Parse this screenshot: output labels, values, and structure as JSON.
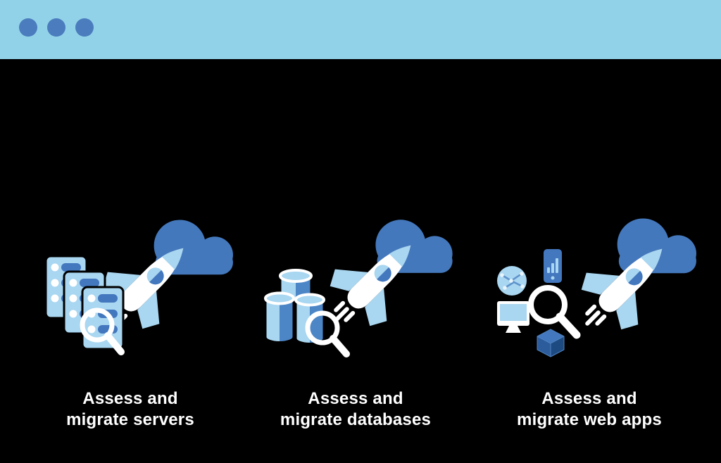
{
  "window": {
    "titlebar": {
      "control_dots": 3
    }
  },
  "cards": [
    {
      "id": "servers",
      "label": "Assess and\nmigrate servers",
      "icons": [
        "server-stack-icon",
        "magnifier-icon",
        "rocket-icon",
        "cloud-icon"
      ]
    },
    {
      "id": "databases",
      "label": "Assess and\nmigrate databases",
      "icons": [
        "database-cylinders-icon",
        "magnifier-icon",
        "rocket-icon",
        "cloud-icon"
      ]
    },
    {
      "id": "web-apps",
      "label": "Assess and\nmigrate web apps",
      "icons": [
        "globe-icon",
        "smartphone-icon",
        "monitor-icon",
        "cube-icon",
        "magnifier-icon",
        "rocket-icon",
        "cloud-icon"
      ]
    }
  ],
  "colors": {
    "background": "#000000",
    "titlebar": "#92D2E8",
    "titlebar_dot": "#4A7CBE",
    "light_blue": "#A9D6F0",
    "medium_blue": "#4377BE",
    "cloud_blue": "#4478BC",
    "dark_blue": "#2C5C9C",
    "darker_blue": "#1E4A82",
    "text": "#FFFFFF"
  }
}
